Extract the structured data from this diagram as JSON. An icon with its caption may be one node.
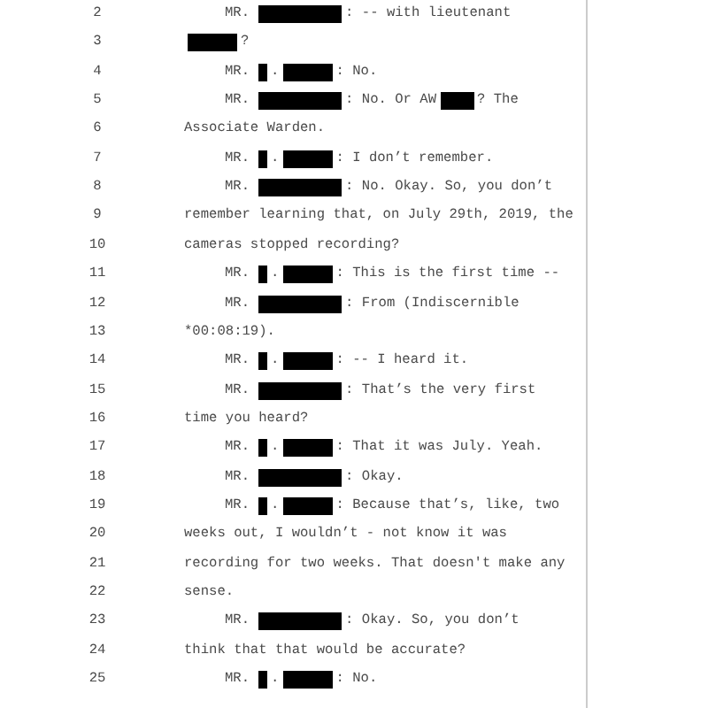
{
  "diagram": {
    "labels": [
      "2",
      "MR.",
      ": -- with lieutenant",
      "3",
      "?",
      "4",
      "MR.",
      ".",
      ": No.",
      "5",
      "MR.",
      ": No. Or AW",
      "? The",
      "6",
      "Associate Warden.",
      "7",
      "MR.",
      ".",
      ": I don’t remember.",
      "8",
      "MR.",
      ": No. Okay. So, you don’t",
      "9",
      "remember learning that, on July 29th, 2019, the",
      "10",
      "cameras stopped recording?",
      "11",
      "MR.",
      ".",
      ": This is the first time --",
      "12",
      "MR.",
      ": From (Indiscernible",
      "13",
      "*00:08:19).",
      "14",
      "MR.",
      ".",
      ": -- I heard it.",
      "15",
      "MR.",
      ": That’s the very first",
      "16",
      "time you heard?",
      "17",
      "MR.",
      ".",
      ": That it was July. Yeah.",
      "18",
      "MR.",
      ": Okay.",
      "19",
      "MR.",
      ".",
      ": Because that’s, like, two",
      "20",
      "weeks out, I wouldn’t - not know it was",
      "21",
      "recording for two weeks. That doesn't make any",
      "22",
      "sense.",
      "23",
      "MR.",
      ": Okay. So, you don’t",
      "24",
      "think that that would be accurate?",
      "25",
      "MR.",
      ".",
      ": No."
    ]
  }
}
